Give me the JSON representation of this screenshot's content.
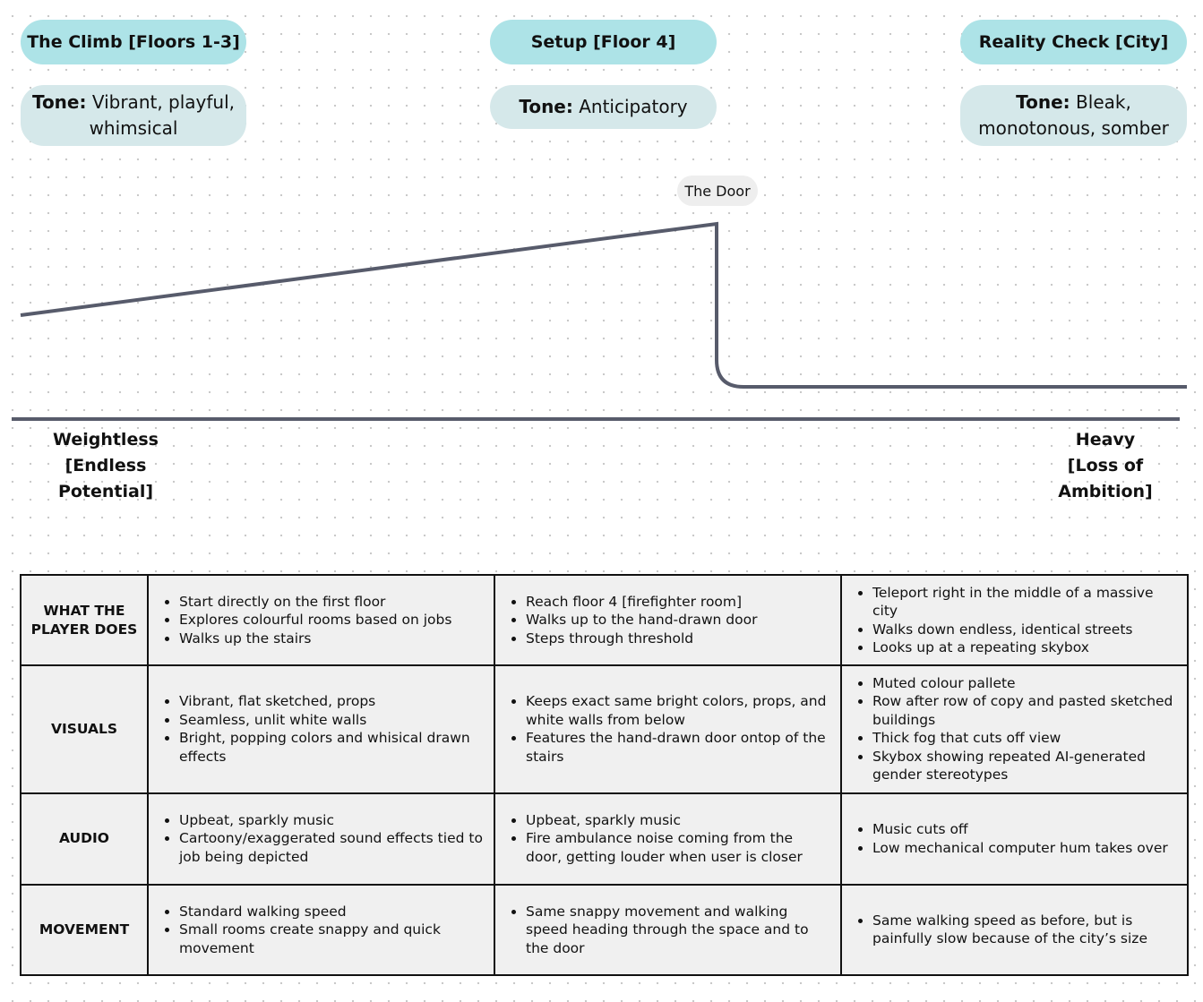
{
  "phases": [
    {
      "title": "The Climb [Floors 1-3]",
      "tone_label": "Tone:",
      "tone_text": "Vibrant, playful, whimsical"
    },
    {
      "title": "Setup [Floor 4]",
      "tone_label": "Tone:",
      "tone_text": "Anticipatory"
    },
    {
      "title": "Reality Check [City]",
      "tone_label": "Tone:",
      "tone_text": "Bleak, monotonous, somber"
    }
  ],
  "curve": {
    "door_label": "The Door",
    "line_color": "#575b6b"
  },
  "axis": {
    "left_label_line1": "Weightless",
    "left_label_line2": "[Endless Potential]",
    "right_label_line1": "Heavy",
    "right_label_line2": "[Loss of Ambition]"
  },
  "table": {
    "rows": [
      {
        "header": "WHAT THE PLAYER DOES",
        "cells": [
          [
            "Start directly on the first floor",
            "Explores colourful rooms based on jobs",
            "Walks up the stairs"
          ],
          [
            "Reach floor 4 [firefighter room]",
            "Walks up to the hand-drawn door",
            "Steps through threshold"
          ],
          [
            "Teleport right in the middle of a massive city",
            "Walks down endless, identical streets",
            "Looks up at a repeating skybox"
          ]
        ]
      },
      {
        "header": "VISUALS",
        "cells": [
          [
            "Vibrant, flat sketched, props",
            "Seamless, unlit white walls",
            "Bright, popping colors and whisical drawn effects"
          ],
          [
            "Keeps exact same bright colors, props, and white walls from below",
            "Features the hand-drawn door ontop of the stairs"
          ],
          [
            "Muted colour pallete",
            "Row after row of copy and pasted sketched buildings",
            "Thick fog that cuts off view",
            "Skybox showing repeated AI-generated gender stereotypes"
          ]
        ]
      },
      {
        "header": "AUDIO",
        "cells": [
          [
            "Upbeat, sparkly music",
            "Cartoony/exaggerated sound effects tied to job being depicted"
          ],
          [
            "Upbeat, sparkly music",
            "Fire ambulance noise coming from the door, getting louder when user is closer"
          ],
          [
            "Music cuts off",
            "Low mechanical computer hum takes over"
          ]
        ]
      },
      {
        "header": "MOVEMENT",
        "cells": [
          [
            "Standard walking speed",
            "Small rooms create snappy and quick movement"
          ],
          [
            "Same snappy movement and walking speed heading through the space and to the door"
          ],
          [
            "Same walking speed as before, but is painfully slow because of the city’s size"
          ]
        ]
      }
    ]
  }
}
